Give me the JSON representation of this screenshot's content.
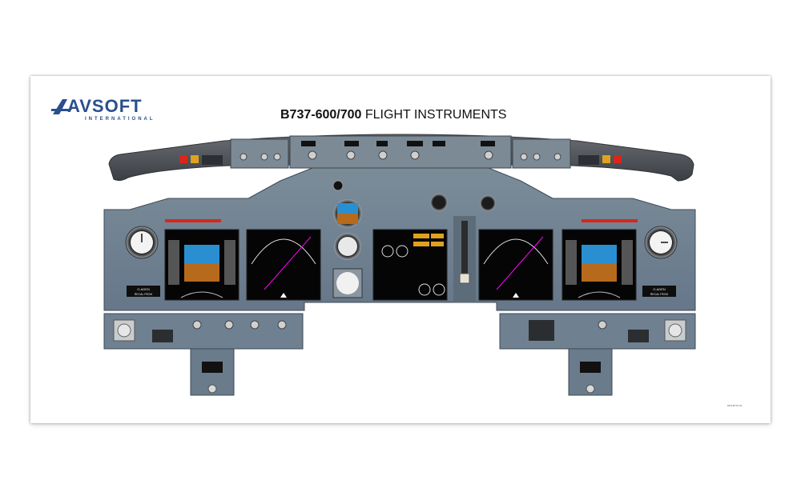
{
  "brand": {
    "name": "AVSOFT",
    "subtitle": "INTERNATIONAL",
    "color": "#2a4f8d"
  },
  "poster": {
    "title_bold": "B737-600/700",
    "title_rest": " FLIGHT INSTRUMENTS",
    "doc_code": "DPS-B737-01"
  },
  "colors": {
    "panel": "#6e7f8c",
    "panel_dark": "#4c5a65",
    "glareshield": "#4a4d52",
    "display_bg": "#050505",
    "sky": "#2a8fd0",
    "ground": "#b76a1c",
    "warning_red": "#d8261d",
    "amber": "#e0a21e",
    "magenta": "#ff00ff",
    "green": "#19d24b"
  },
  "displays": {
    "left_info_label": "G-ADEN",
    "left_info_sub": "RECAL PEGH",
    "right_info_label": "G-ADEN",
    "right_info_sub": "RECAL PEGH"
  },
  "icons": [
    "standby-clock-icon",
    "attitude-indicator-icon",
    "airspeed-indicator-icon",
    "altimeter-icon",
    "landing-gear-lever-icon",
    "knob-icon"
  ]
}
